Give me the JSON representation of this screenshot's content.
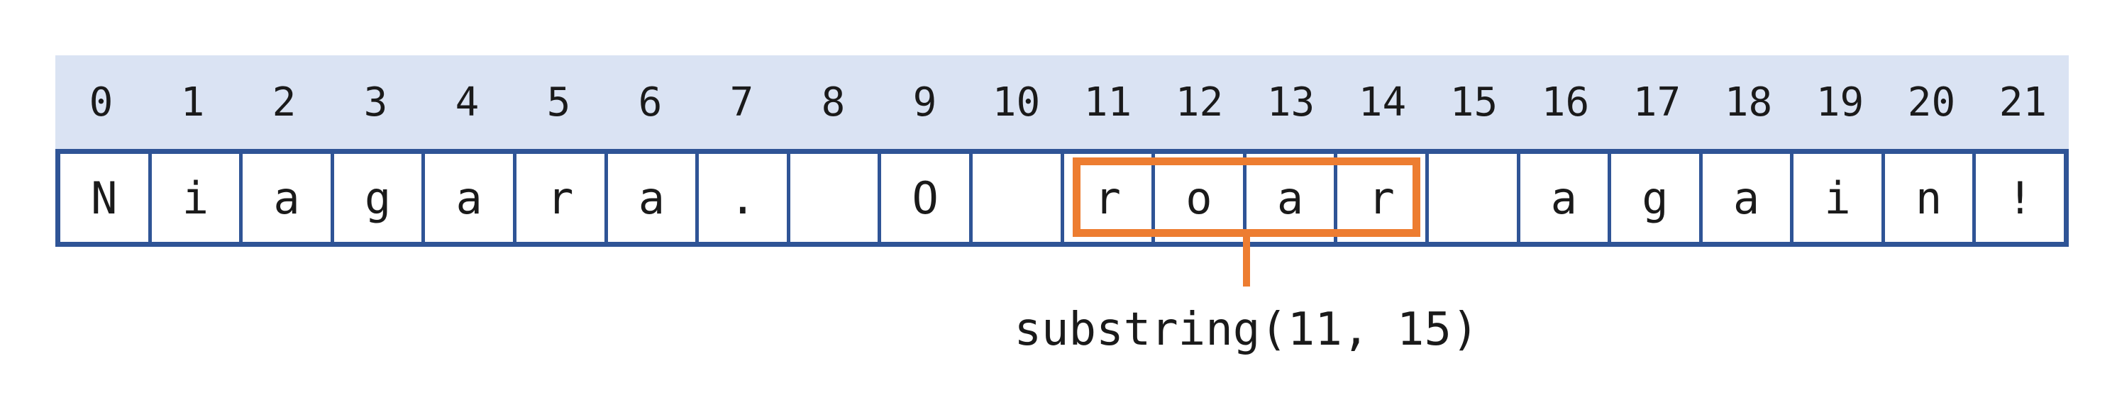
{
  "figure": {
    "string_value": "Niagara. O roar again!",
    "length": 22
  },
  "table": {
    "indices": [
      "0",
      "1",
      "2",
      "3",
      "4",
      "5",
      "6",
      "7",
      "8",
      "9",
      "10",
      "11",
      "12",
      "13",
      "14",
      "15",
      "16",
      "17",
      "18",
      "19",
      "20",
      "21"
    ],
    "characters": [
      "N",
      "i",
      "a",
      "g",
      "a",
      "r",
      "a",
      ".",
      "​ ",
      "O",
      " ",
      "r",
      "o",
      "a",
      "r",
      " ",
      "a",
      "g",
      "a",
      "i",
      "n",
      "!"
    ]
  },
  "annotation": {
    "label": "substring(11, 15)",
    "highlight_start_index": 11,
    "highlight_end_index": 14,
    "highlighted_text": "roar"
  },
  "colors": {
    "index_row_bg": "#dae3f3",
    "table_border": "#2f5496",
    "highlight": "#ed7d31",
    "text": "#1a1a1a"
  }
}
